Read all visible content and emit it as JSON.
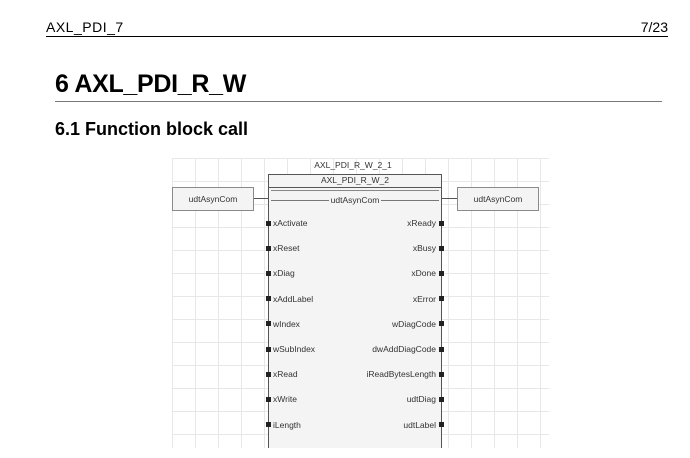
{
  "header": {
    "left": "AXL_PDI_7",
    "right": "7/23"
  },
  "section": {
    "title": "6 AXL_PDI_R_W"
  },
  "subsection": {
    "title": "6.1 Function block call"
  },
  "diagram": {
    "instance_name": "AXL_PDI_R_W_2_1",
    "type_name": "AXL_PDI_R_W_2",
    "inout_name": "udtAsynCom",
    "left_var": "udtAsynCom",
    "right_var": "udtAsynCom",
    "inputs": [
      "xActivate",
      "xReset",
      "xDiag",
      "xAddLabel",
      "wIndex",
      "wSubIndex",
      "xRead",
      "xWrite",
      "iLength"
    ],
    "outputs": [
      "xReady",
      "xBusy",
      "xDone",
      "xError",
      "wDiagCode",
      "dwAddDiagCode",
      "iReadBytesLength",
      "udtDiag",
      "udtLabel"
    ]
  }
}
